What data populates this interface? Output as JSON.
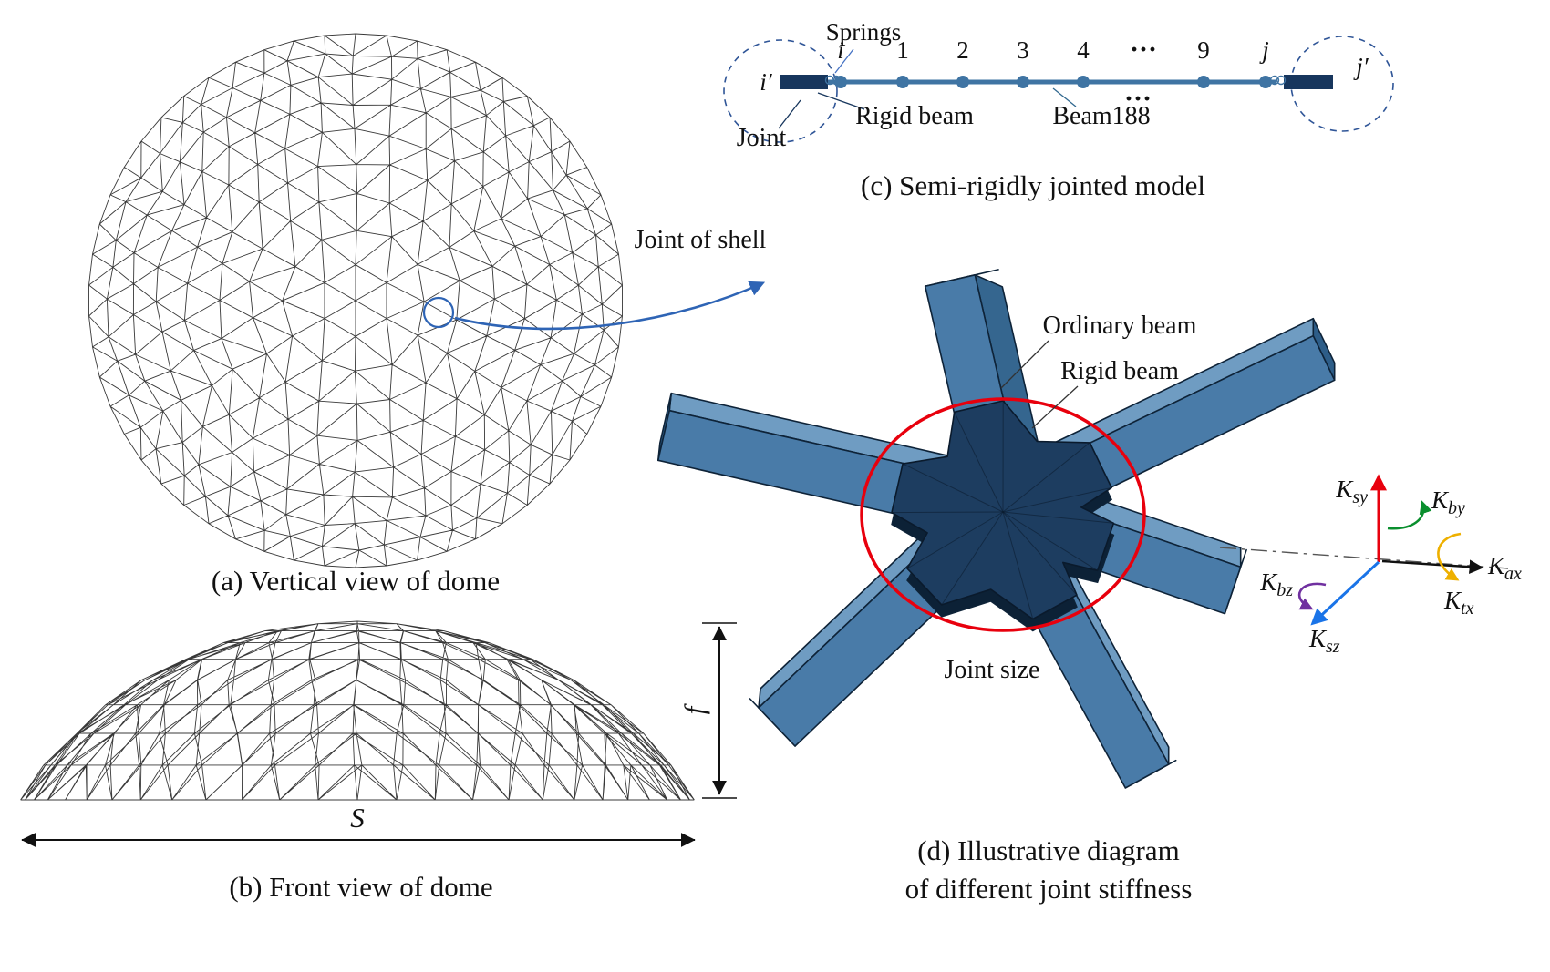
{
  "colors": {
    "mesh": "#1c1c1c",
    "beam_line": "#3f74a3",
    "beam_fill": "#497ba8",
    "beam_top": "#6f9cc2",
    "beam_side_dark": "#35668f",
    "beam_cap": "#2d5d88",
    "beam_cap_light": "#5d8cb4",
    "beam_outline": "#0e2338",
    "hub_top": "#1d3d60",
    "hub_bottom": "#0c2136",
    "navy": "#17365d",
    "steel_blue": "#31688f",
    "bright_blue": "#4472c4",
    "arrow_blue": "#2e64b5",
    "dash_blue": "#2f5597",
    "red": "#e8000d",
    "green": "#0a8f2e",
    "orange": "#eeb000",
    "purple": "#7030a0",
    "axis_blue": "#1a74e8",
    "black": "#111111"
  },
  "panel_a": {
    "caption": "(a) Vertical view of dome",
    "joint_label": "Joint of shell"
  },
  "panel_b": {
    "caption": "(b) Front view of dome",
    "span_label": "S",
    "rise_label": "f"
  },
  "panel_c": {
    "caption": "(c) Semi-rigidly jointed model",
    "springs_label": "Springs",
    "joint_label": "Joint",
    "rigid_beam_label": "Rigid beam",
    "beam188_label": "Beam188",
    "left_end_label": "i′",
    "right_end_label": "j′",
    "dots_lower": "···",
    "node_labels": [
      "i",
      "1",
      "2",
      "3",
      "4",
      "···",
      "9",
      "j"
    ]
  },
  "panel_d": {
    "caption_line1": "(d) Illustrative diagram",
    "caption_line2": "of different joint stiffness",
    "ordinary_beam_label": "Ordinary beam",
    "rigid_beam_label": "Rigid beam",
    "joint_size_label": "Joint size",
    "stiffness": {
      "ksy": {
        "base": "K",
        "sub": "sy"
      },
      "kby": {
        "base": "K",
        "sub": "by"
      },
      "kax": {
        "base": "K",
        "sub": "ax"
      },
      "ktx": {
        "base": "K",
        "sub": "tx"
      },
      "ksz": {
        "base": "K",
        "sub": "sz"
      },
      "kbz": {
        "base": "K",
        "sub": "bz"
      }
    }
  }
}
